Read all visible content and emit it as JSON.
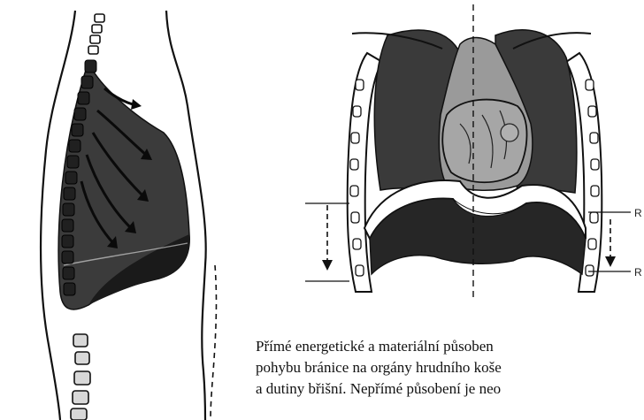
{
  "figure": {
    "right_labels": [
      "R",
      "R"
    ],
    "caption_lines": [
      "Přímé energetické a materiální působen",
      "pohybu bránice na orgány hrudního koše",
      "a dutiny břišní. Nepřímé působení je neo"
    ]
  }
}
